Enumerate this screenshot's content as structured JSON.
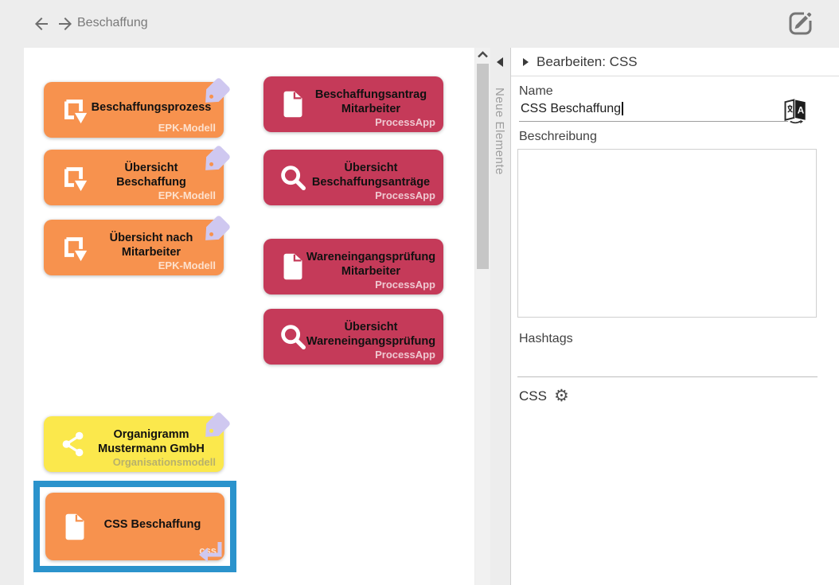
{
  "topbar": {
    "title": "Beschaffung",
    "back_icon": "arrow-left-icon",
    "forward_icon": "arrow-right-icon",
    "edit_icon": "edit-compose-icon"
  },
  "canvas": {
    "tiles": [
      {
        "title": "Beschaffungsprozess",
        "type_label": "EPK-Modell",
        "color": "#F7924E",
        "icon": "epk-model-icon",
        "tagged": true,
        "selected": false
      },
      {
        "title": "Übersicht Beschaffung",
        "type_label": "EPK-Modell",
        "color": "#F7924E",
        "icon": "epk-model-icon",
        "tagged": true,
        "selected": false
      },
      {
        "title": "Übersicht nach Mitarbeiter",
        "type_label": "EPK-Modell",
        "color": "#F7924E",
        "icon": "epk-model-icon",
        "tagged": true,
        "selected": false
      },
      {
        "title": "Beschaffungsantrag Mitarbeiter",
        "type_label": "ProcessApp",
        "color": "#C53A59",
        "icon": "document-icon",
        "tagged": false,
        "selected": false
      },
      {
        "title": "Übersicht Beschaffungsanträge",
        "type_label": "ProcessApp",
        "color": "#C53A59",
        "icon": "search-icon",
        "tagged": false,
        "selected": false
      },
      {
        "title": "Wareneingangsprüfung Mitarbeiter",
        "type_label": "ProcessApp",
        "color": "#C53A59",
        "icon": "document-icon",
        "tagged": false,
        "selected": false
      },
      {
        "title": "Übersicht Wareneingangsprüfung",
        "type_label": "ProcessApp",
        "color": "#C53A59",
        "icon": "search-icon",
        "tagged": false,
        "selected": false
      },
      {
        "title": "Organigramm Mustermann GmbH",
        "type_label": "Organisationsmodell",
        "color": "#FBE84C",
        "icon": "share-icon",
        "tagged": true,
        "selected": false
      },
      {
        "title": "CSS Beschaffung",
        "type_label": "css",
        "color": "#F7924E",
        "icon": "document-icon",
        "tagged": false,
        "selected": true,
        "overlay_icon": "enter-arrow-icon"
      }
    ]
  },
  "new_elements_panel": {
    "label": "Neue Elemente",
    "collapse_icon": "chevron-left-icon"
  },
  "scrollbar": {
    "up_icon": "chevron-up-icon"
  },
  "editor": {
    "header": "Bearbeiten: CSS",
    "expand_icon": "chevron-right-icon",
    "name_label": "Name",
    "name_value": "CSS Beschaffung",
    "translate_icon": "translate-icon",
    "description_label": "Beschreibung",
    "description_value": "",
    "hashtags_label": "Hashtags",
    "hashtag_value": "CSS",
    "hashtag_settings_icon": "gear-icon"
  },
  "colors": {
    "tile_orange": "#F7924E",
    "tile_red": "#C53A59",
    "tile_yellow": "#FBE84C",
    "selection_blue": "#2B93CC",
    "tag_lavender": "#CFC8F0",
    "background": "#EDEDED"
  }
}
